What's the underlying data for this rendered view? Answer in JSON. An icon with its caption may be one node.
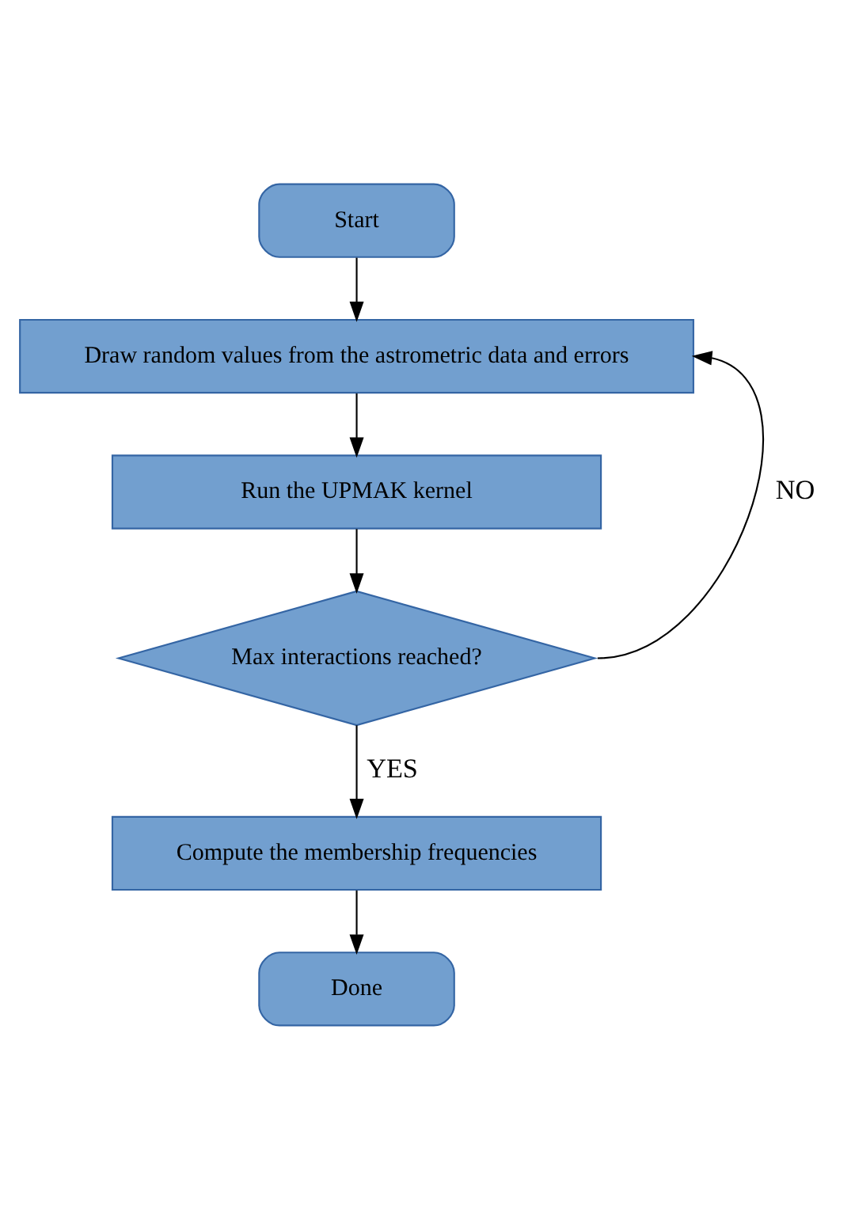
{
  "diagram": {
    "nodes": [
      {
        "text": [
          "Start"
        ]
      },
      {
        "text": [
          "Draw random values from the astrometric data and errors"
        ]
      },
      {
        "text": [
          "Run the UPMAK kernel"
        ]
      },
      {
        "text": [
          "Max interactions reached?"
        ]
      },
      {
        "text": [
          "Compute the membership frequencies"
        ]
      },
      {
        "text": [
          "Done"
        ]
      }
    ],
    "edges": [
      {
        "from": 0,
        "to": 1,
        "arrow": "to"
      },
      {
        "from": 1,
        "to": 2,
        "arrow": "to"
      },
      {
        "from": 2,
        "to": 3,
        "arrow": "to"
      },
      {
        "from": 3,
        "to": 4,
        "arrow": "to",
        "label": "YES"
      },
      {
        "from": 4,
        "to": 5,
        "arrow": "to"
      },
      {
        "from": 3,
        "to": 1,
        "arrow": "to",
        "label": "NO"
      }
    ]
  }
}
